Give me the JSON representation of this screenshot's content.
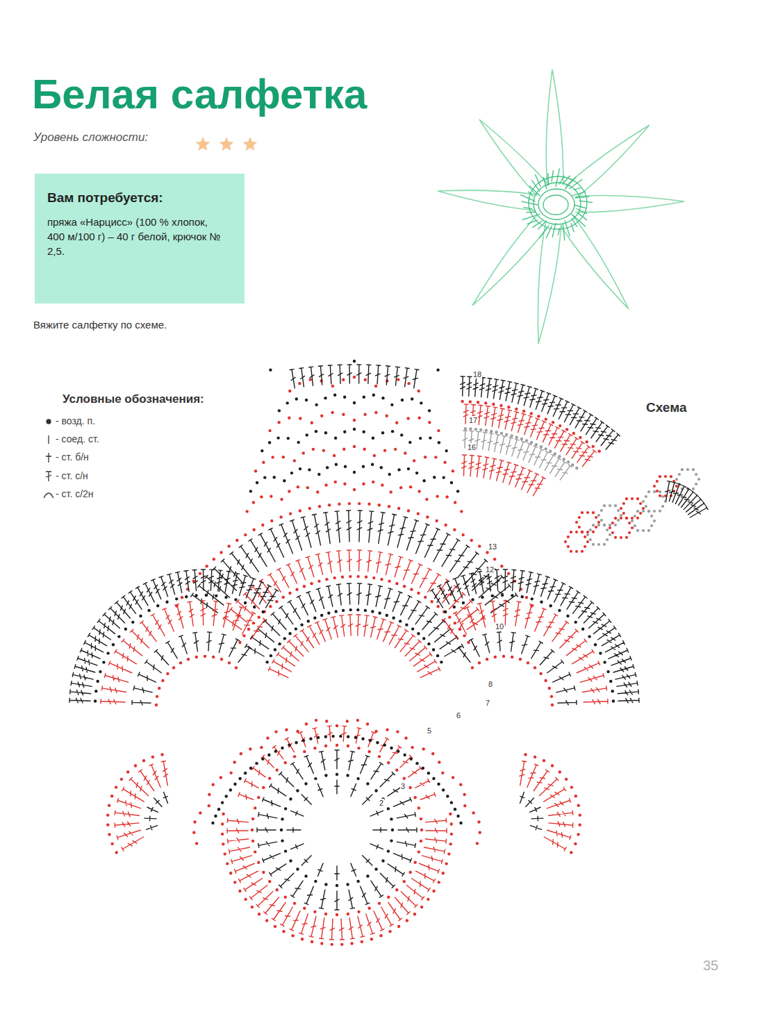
{
  "diagram": {
    "title": "Белая салфетка",
    "nodes": [
      {
        "text": [
          "Вам потребуется:",
          "пряжа «Нарцисс» (100 % хлопок, 400 м/100 г) – 40 г белой, крючок № 2,5."
        ]
      }
    ],
    "labels": [
      "Уровень сложности:",
      "Вяжите салфетку по схеме.",
      "Условные обозначения:",
      "Схема",
      "18",
      "17",
      "16",
      "13",
      "12",
      "10",
      "8",
      "7",
      "6",
      "5",
      "3",
      "2",
      "35"
    ],
    "legend": [
      {
        "text": "- возд. п."
      },
      {
        "text": "- соед. ст."
      },
      {
        "text": "- ст. б/н"
      },
      {
        "text": "- ст. с/н"
      },
      {
        "text": "- ст. с/2н"
      }
    ]
  }
}
